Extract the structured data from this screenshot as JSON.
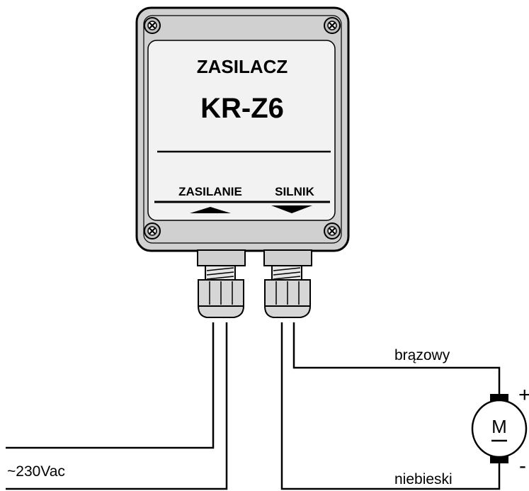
{
  "device": {
    "title": "ZASILACZ",
    "model": "KR-Z6",
    "port_power": "ZASILANIE",
    "port_motor": "SILNIK"
  },
  "wiring": {
    "supply_label": "~230Vac",
    "wire_positive_label": "brązowy",
    "wire_negative_label": "niebieski"
  },
  "motor": {
    "label": "M",
    "plus": "+",
    "minus": "-"
  }
}
